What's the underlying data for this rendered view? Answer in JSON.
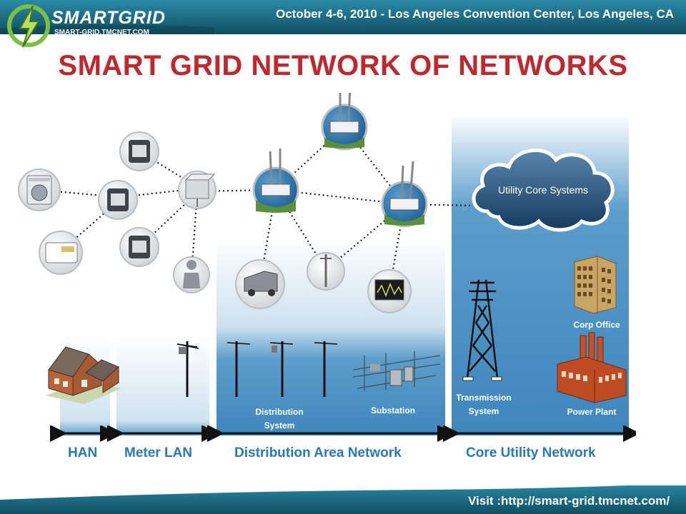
{
  "header": {
    "logo_brand": "SMARTGRID",
    "logo_url": "SMART-GRID.TMCNET.COM",
    "event": "October 4-6, 2010 - Los Angeles Convention Center, Los Angeles, CA"
  },
  "title": "SMART GRID NETWORK OF NETWORKS",
  "cloud_label": "Utility Core Systems",
  "labels": {
    "corp_office": "Corp Office",
    "power_plant": "Power Plant",
    "transmission_line1": "Transmission",
    "transmission_line2": "System",
    "distribution_line1": "Distribution",
    "distribution_line2": "System",
    "substation": "Substation"
  },
  "sections": {
    "han": "HAN",
    "meter_lan": "Meter LAN",
    "distribution": "Distribution Area Network",
    "core": "Core Utility Network"
  },
  "footer": {
    "url": "Visit :http://smart-grid.tmcnet.com/"
  },
  "colors": {
    "title_red": "#c0282e",
    "section_blue": "#2a78b8",
    "header_teal": "#1b6e86",
    "column_blue": "#4d93c4"
  }
}
